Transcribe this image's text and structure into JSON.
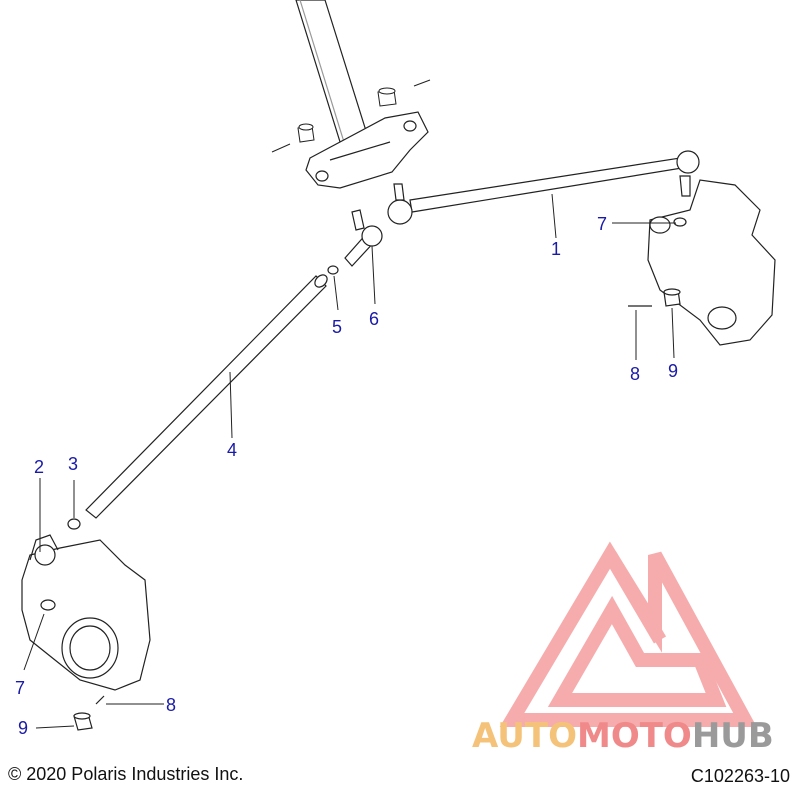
{
  "callouts": [
    {
      "id": "c1",
      "text": "1"
    },
    {
      "id": "c2",
      "text": "2"
    },
    {
      "id": "c3",
      "text": "3"
    },
    {
      "id": "c4",
      "text": "4"
    },
    {
      "id": "c5",
      "text": "5"
    },
    {
      "id": "c6",
      "text": "6"
    },
    {
      "id": "c7a",
      "text": "7"
    },
    {
      "id": "c7b",
      "text": "7"
    },
    {
      "id": "c8a",
      "text": "8"
    },
    {
      "id": "c8b",
      "text": "8"
    },
    {
      "id": "c9a",
      "text": "9"
    },
    {
      "id": "c9b",
      "text": "9"
    }
  ],
  "footer": {
    "copyright": "© 2020 Polaris Industries Inc.",
    "code": "C102263-10"
  },
  "watermark": {
    "part1": "AUTO",
    "part2": "MOTO",
    "part3": "HUB",
    "colors": {
      "auto": "#f5c27a",
      "moto": "#f08a8a",
      "hub": "#9a9a9a",
      "logo": "#f06a6a"
    }
  },
  "colors": {
    "callout": "#1a1aa8",
    "line": "#222222"
  }
}
